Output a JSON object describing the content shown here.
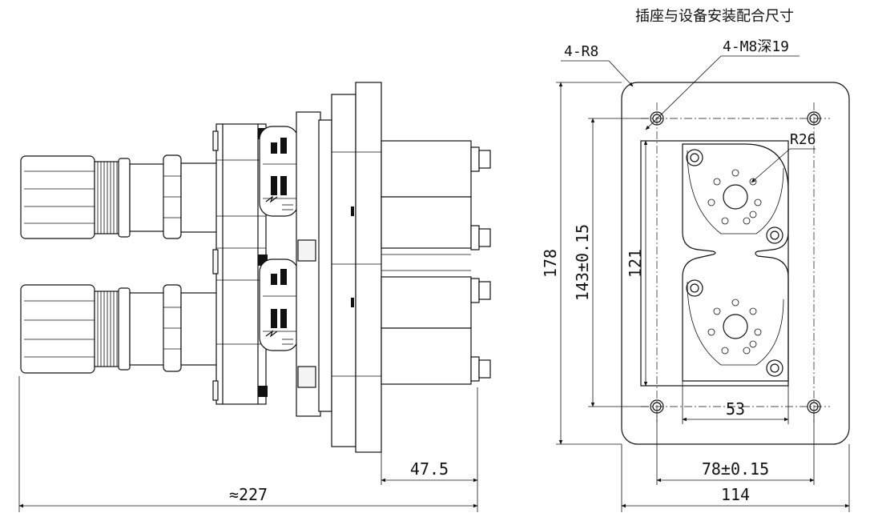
{
  "title": "插座与设备安装配合尺寸",
  "labels": {
    "corner_radius": "4-R8",
    "mount_holes": "4-M8深19",
    "slot_radius": "R26"
  },
  "dimensions": {
    "overall_length": "≈227",
    "rear_depth": "47.5",
    "plate_height": "178",
    "hole_pitch_vertical": "143±0.15",
    "cutout_height": "121",
    "cutout_width": "53",
    "hole_pitch_horizontal": "78±0.15",
    "plate_width": "114"
  }
}
